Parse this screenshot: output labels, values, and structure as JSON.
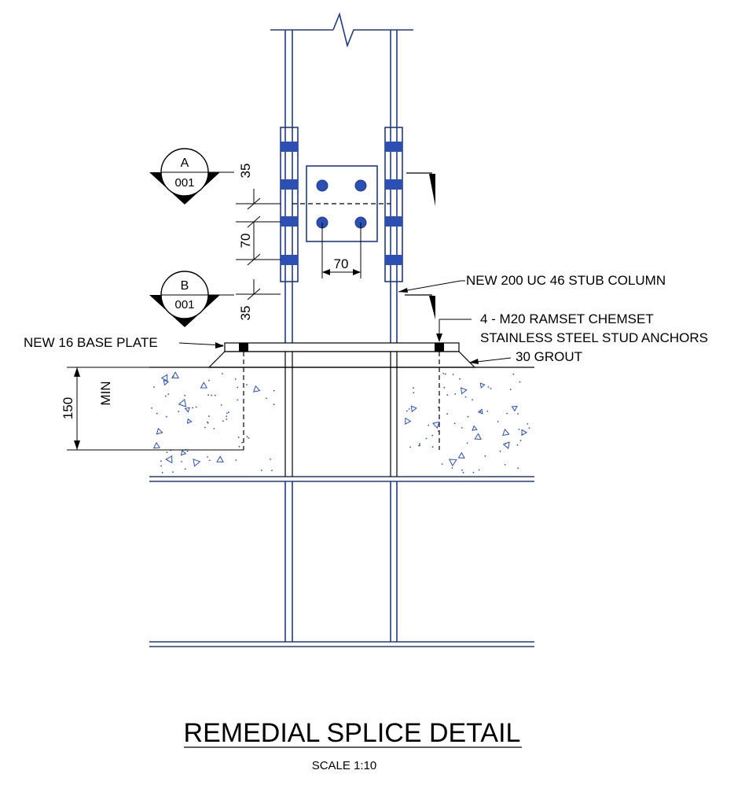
{
  "title": "REMEDIAL SPLICE DETAIL",
  "scale": "SCALE 1:10",
  "callouts": {
    "stub_column": "NEW 200 UC 46 STUB COLUMN",
    "anchors_line1": "4 - M20 RAMSET CHEMSET",
    "anchors_line2": "STAINLESS STEEL STUD ANCHORS",
    "grout": "30 GROUT",
    "base_plate": "NEW 16 BASE PLATE"
  },
  "dimensions": {
    "top_35": "35",
    "mid_70": "70",
    "bottom_35": "35",
    "bolt_spacing_70": "70",
    "embed_150": "150",
    "embed_min": "MIN"
  },
  "section_markers": [
    {
      "letter": "A",
      "sheet": "001"
    },
    {
      "letter": "B",
      "sheet": "001"
    }
  ],
  "colors": {
    "steel_line": "#1f3a8a",
    "bolt_fill": "#2b4fb3",
    "ink": "#000000"
  }
}
